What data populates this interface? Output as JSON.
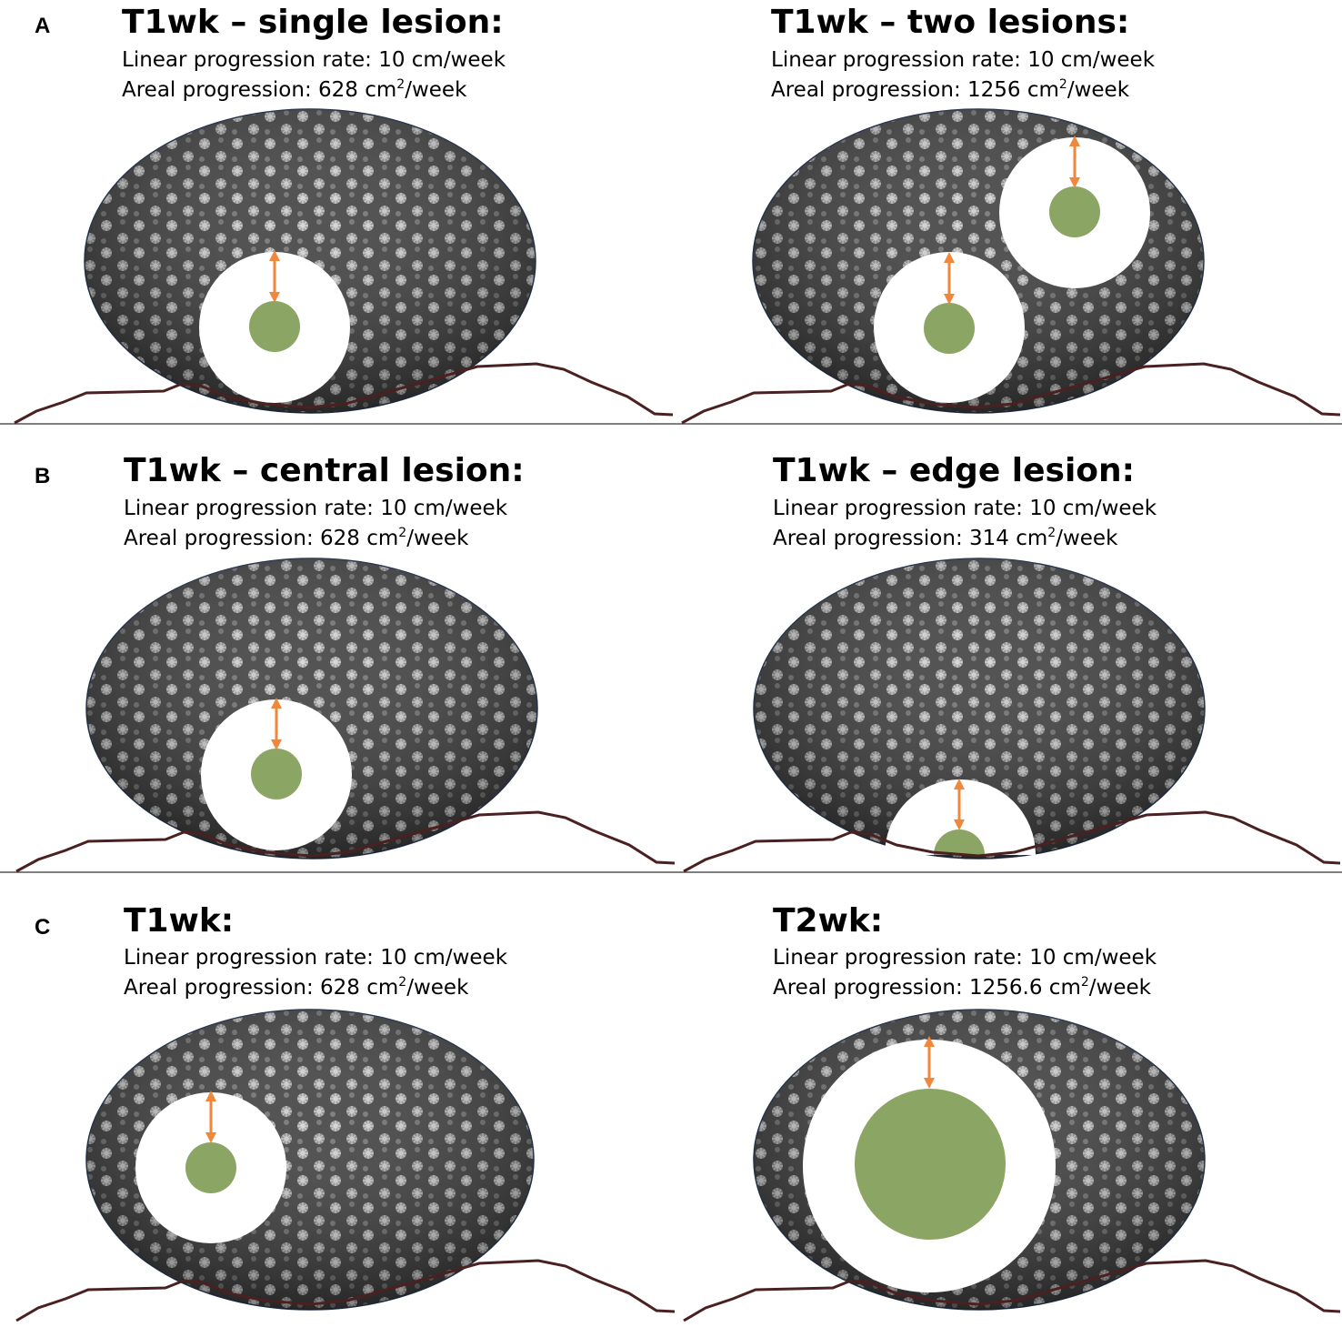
{
  "colors": {
    "lesion": "#8ba564",
    "arrow": "#f0873a",
    "substrate": "#4a2020",
    "ellipse_outline": "#22304a",
    "divider": "#555555"
  },
  "rows": [
    {
      "letter": "A",
      "panels": [
        {
          "title": "T1wk – single lesion:",
          "linear_label": "Linear progression rate: 10 cm/week",
          "areal_prefix": "Areal progression: 628 cm",
          "areal_sup": "2",
          "areal_suffix": "/week"
        },
        {
          "title": "T1wk – two lesions:",
          "linear_label": "Linear progression rate: 10 cm/week",
          "areal_prefix": "Areal progression: 1256 cm",
          "areal_sup": "2",
          "areal_suffix": "/week"
        }
      ]
    },
    {
      "letter": "B",
      "panels": [
        {
          "title": "T1wk – central lesion:",
          "linear_label": "Linear progression rate: 10 cm/week",
          "areal_prefix": "Areal progression: 628 cm",
          "areal_sup": "2",
          "areal_suffix": "/week"
        },
        {
          "title": "T1wk – edge lesion:",
          "linear_label": "Linear progression rate: 10 cm/week",
          "areal_prefix": "Areal progression: 314 cm",
          "areal_sup": "2",
          "areal_suffix": "/week"
        }
      ]
    },
    {
      "letter": "C",
      "panels": [
        {
          "title": "T1wk:",
          "linear_label": "Linear progression rate: 10 cm/week",
          "areal_prefix": "Areal progression: 628 cm",
          "areal_sup": "2",
          "areal_suffix": "/week"
        },
        {
          "title": "T2wk:",
          "linear_label": "Linear progression rate: 10 cm/week",
          "areal_prefix": "Areal progression: 1256.6 cm",
          "areal_sup": "2",
          "areal_suffix": "/week"
        }
      ]
    }
  ]
}
